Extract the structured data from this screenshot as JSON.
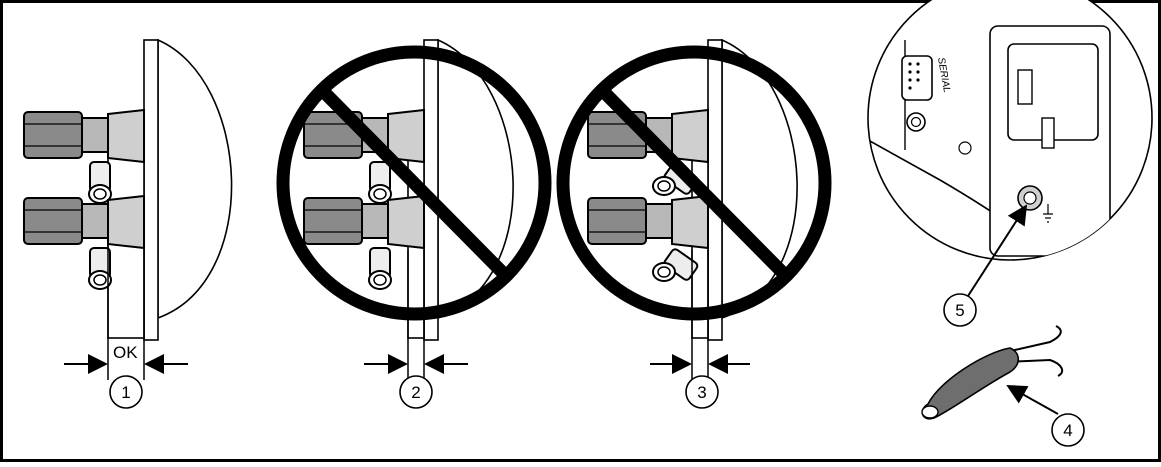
{
  "figure": {
    "ok_label": "OK",
    "callouts": [
      "1",
      "2",
      "3",
      "4",
      "5"
    ],
    "port_label": "SERIAL",
    "colors": {
      "border": "#000000",
      "prohibit": "#000000",
      "nut_dark": "#808080",
      "nut_light": "#c8c8c8",
      "sleeve": "#6e6e6e"
    }
  }
}
